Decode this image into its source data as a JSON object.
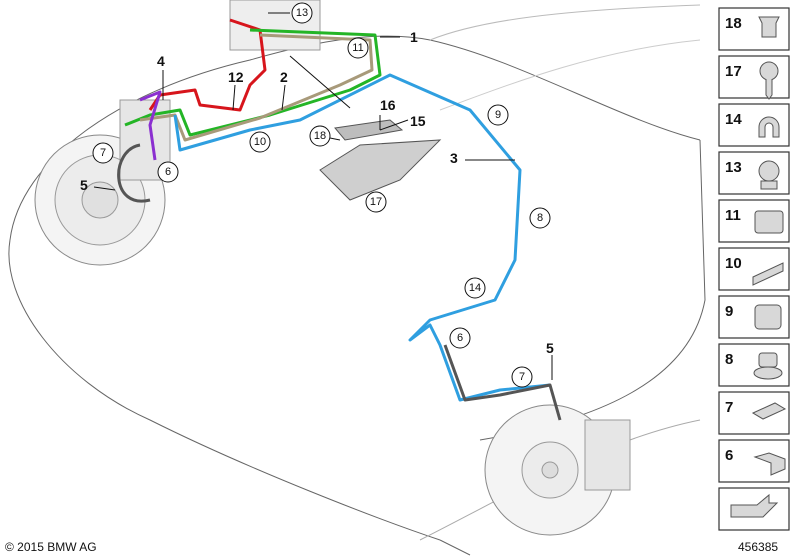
{
  "callouts": {
    "c1": "1",
    "c2": "2",
    "c3": "3",
    "c4": "4",
    "c5a": "5",
    "c5b": "5",
    "c12": "12",
    "c15": "15",
    "c16": "16",
    "r13": "13",
    "r11": "11",
    "r10": "10",
    "r7a": "7",
    "r6a": "6",
    "r18": "18",
    "r17": "17",
    "r9": "9",
    "r8": "8",
    "r14": "14",
    "r6b": "6",
    "r7b": "7"
  },
  "parts_panel": [
    {
      "num": "18",
      "icon": "push-rivet-icon"
    },
    {
      "num": "17",
      "icon": "screw-icon"
    },
    {
      "num": "14",
      "icon": "pipe-clip-icon"
    },
    {
      "num": "13",
      "icon": "hose-clamp-icon"
    },
    {
      "num": "11",
      "icon": "line-holder-icon"
    },
    {
      "num": "10",
      "icon": "multi-line-holder-icon"
    },
    {
      "num": "9",
      "icon": "clip-holder-icon"
    },
    {
      "num": "8",
      "icon": "grommet-clip-icon"
    },
    {
      "num": "7",
      "icon": "spring-clip-icon"
    },
    {
      "num": "6",
      "icon": "bracket-clip-icon"
    },
    {
      "num": "",
      "icon": "arrow-icon"
    }
  ],
  "colors": {
    "red": "#d7151c",
    "green": "#24b526",
    "tan": "#a89a7a",
    "blue": "#2f9fe0",
    "purple": "#8b2fd0",
    "outline": "#555555"
  },
  "footer": {
    "copyright": "© 2015 BMW AG",
    "diagram_id": "456385"
  }
}
